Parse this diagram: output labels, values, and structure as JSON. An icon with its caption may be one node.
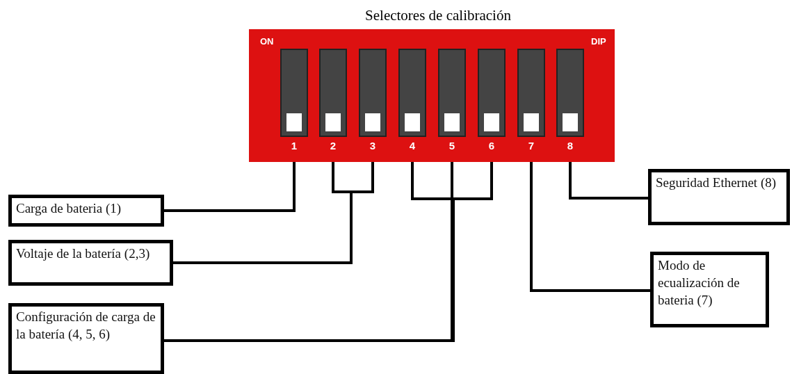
{
  "diagram": {
    "title": "Selectores de calibración",
    "nodes": [
      {
        "text": [],
        "shape": "box"
      },
      {
        "text": [
          "1"
        ],
        "in": 0
      },
      {
        "text": [
          "2"
        ],
        "in": 0
      },
      {
        "text": [
          "3"
        ],
        "in": 0
      },
      {
        "text": [
          "4"
        ],
        "in": 0
      },
      {
        "text": [
          "5"
        ],
        "in": 0
      },
      {
        "text": [
          "6"
        ],
        "in": 0
      },
      {
        "text": [
          "7"
        ],
        "in": 0
      },
      {
        "text": [
          "8"
        ],
        "in": 0
      },
      {
        "text": [
          "Carga de bateria (1)"
        ]
      },
      {
        "text": [
          "Voltaje de la batería (2,3)"
        ]
      },
      {
        "text": [
          "Configuración de carga de la batería (4, 5, 6)"
        ]
      },
      {
        "text": [
          "Modo de ecualización de bateria (7)"
        ]
      },
      {
        "text": [
          "Seguridad Ethernet (8)"
        ]
      }
    ],
    "edges": [
      {
        "from": 9,
        "to": 1,
        "arrow": "none"
      },
      {
        "from": 10,
        "to": 2,
        "arrow": "none"
      },
      {
        "from": 10,
        "to": 3,
        "arrow": "none"
      },
      {
        "from": 11,
        "to": 4,
        "arrow": "none"
      },
      {
        "from": 11,
        "to": 5,
        "arrow": "none"
      },
      {
        "from": 11,
        "to": 6,
        "arrow": "none"
      },
      {
        "from": 12,
        "to": 7,
        "arrow": "none"
      },
      {
        "from": 13,
        "to": 8,
        "arrow": "none"
      }
    ],
    "labels": [
      "ON",
      "DIP"
    ]
  }
}
